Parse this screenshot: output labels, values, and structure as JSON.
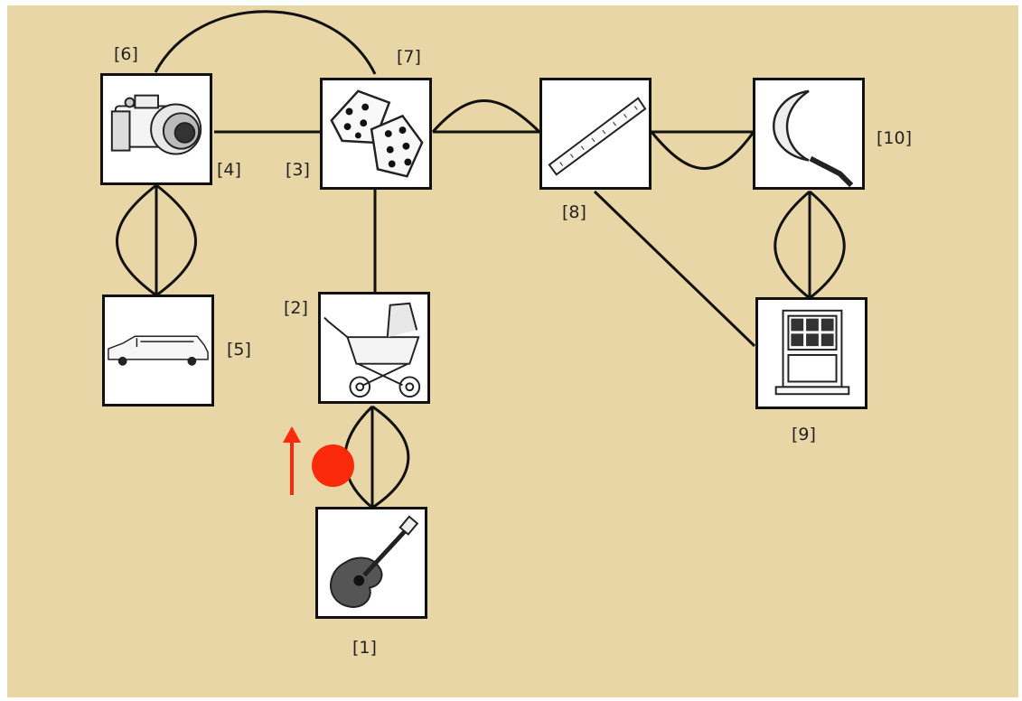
{
  "nodes": [
    {
      "id": "camera",
      "label": "[4]"
    },
    {
      "id": "dice",
      "label": "[3]"
    },
    {
      "id": "ruler",
      "label": "[8]"
    },
    {
      "id": "sickle",
      "label": "[10]"
    },
    {
      "id": "limousine",
      "label": "[5]"
    },
    {
      "id": "stroller",
      "label": "[2]"
    },
    {
      "id": "window",
      "label": "[9]"
    },
    {
      "id": "guitar",
      "label": "[1]"
    }
  ],
  "extra_labels": [
    "[6]",
    "[7]"
  ],
  "player": {
    "color": "#fa2a0a",
    "direction": "up",
    "position": "between [1] and [2]"
  },
  "colors": {
    "background": "#e9d6a7",
    "lines": "#111111"
  }
}
